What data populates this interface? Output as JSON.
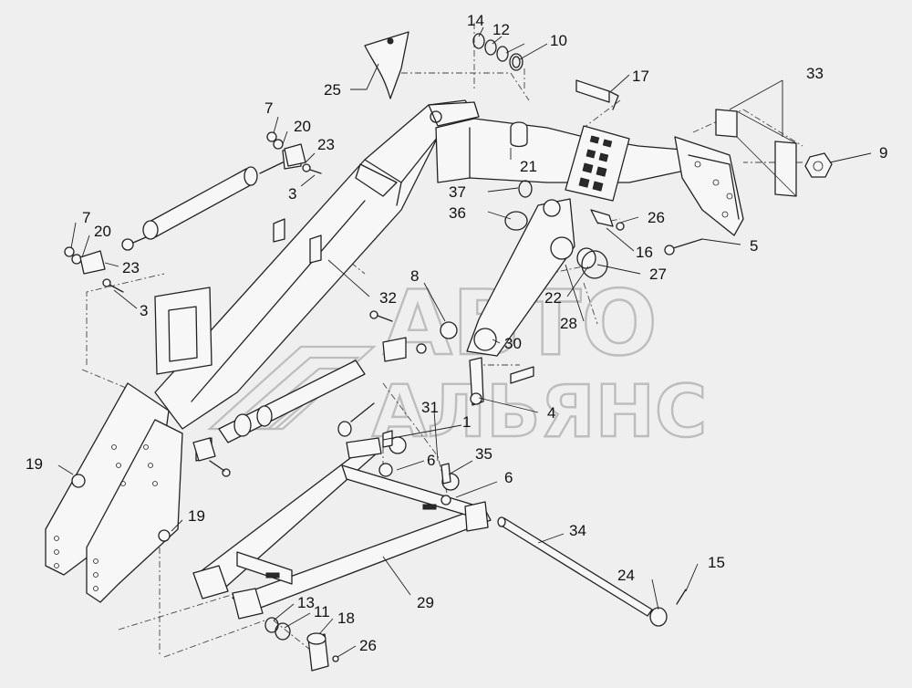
{
  "watermark": {
    "line1": "АВТО",
    "line2": "АЛЬЯНС"
  },
  "callouts": [
    {
      "id": "c14a",
      "text": "14"
    },
    {
      "id": "c12a",
      "text": "12"
    },
    {
      "id": "c10",
      "text": "10"
    },
    {
      "id": "c25",
      "text": "25"
    },
    {
      "id": "c17",
      "text": "17"
    },
    {
      "id": "c33",
      "text": "33"
    },
    {
      "id": "c9",
      "text": "9"
    },
    {
      "id": "c7a",
      "text": "7"
    },
    {
      "id": "c20a",
      "text": "20"
    },
    {
      "id": "c23a",
      "text": "23"
    },
    {
      "id": "c3a",
      "text": "3"
    },
    {
      "id": "c21",
      "text": "21"
    },
    {
      "id": "c37",
      "text": "37"
    },
    {
      "id": "c36",
      "text": "36"
    },
    {
      "id": "c26a",
      "text": "26"
    },
    {
      "id": "c16",
      "text": "16"
    },
    {
      "id": "c5",
      "text": "5"
    },
    {
      "id": "c7b",
      "text": "7"
    },
    {
      "id": "c20b",
      "text": "20"
    },
    {
      "id": "c23b",
      "text": "23"
    },
    {
      "id": "c3b",
      "text": "3"
    },
    {
      "id": "c27",
      "text": "27"
    },
    {
      "id": "c8",
      "text": "8"
    },
    {
      "id": "c32",
      "text": "32"
    },
    {
      "id": "c22",
      "text": "22"
    },
    {
      "id": "c28",
      "text": "28"
    },
    {
      "id": "c30",
      "text": "30"
    },
    {
      "id": "c31",
      "text": "31"
    },
    {
      "id": "c1",
      "text": "1"
    },
    {
      "id": "c4",
      "text": "4"
    },
    {
      "id": "c35",
      "text": "35"
    },
    {
      "id": "c6a",
      "text": "6"
    },
    {
      "id": "c6b",
      "text": "6"
    },
    {
      "id": "c19a",
      "text": "19"
    },
    {
      "id": "c19b",
      "text": "19"
    },
    {
      "id": "c34",
      "text": "34"
    },
    {
      "id": "c15",
      "text": "15"
    },
    {
      "id": "c24",
      "text": "24"
    },
    {
      "id": "c29",
      "text": "29"
    },
    {
      "id": "c13",
      "text": "13"
    },
    {
      "id": "c11",
      "text": "11"
    },
    {
      "id": "c18",
      "text": "18"
    },
    {
      "id": "c26b",
      "text": "26"
    }
  ]
}
